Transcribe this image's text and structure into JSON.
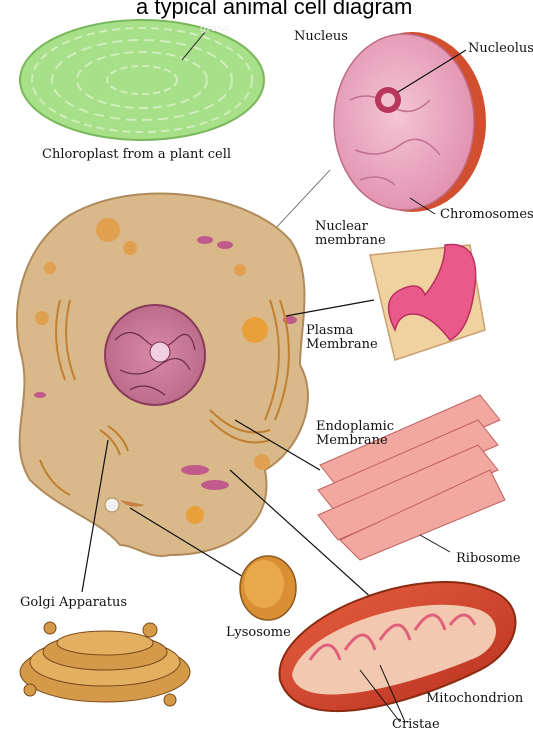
{
  "header": {
    "title_fragment": "a typical animal cell diagram"
  },
  "labels": {
    "grana": "grana",
    "chloroplast": "Chloroplast from a plant cell",
    "nucleus": "Nucleus",
    "nucleolus": "Nucleolus",
    "chromosomes": "Chromosomes",
    "nuclear_membrane_1": "Nuclear",
    "nuclear_membrane_2": "membrane",
    "plasma_1": "Plasma",
    "plasma_2": "Membrane",
    "er_1": "Endoplamic",
    "er_2": "Membrane",
    "ribosome": "Ribosome",
    "golgi": "Golgi Apparatus",
    "lysosome": "Lysosome",
    "mitochondrion": "Mitochondrion",
    "cristae": "Cristae"
  },
  "colors": {
    "cytoplasm": "#d9b98a",
    "nucleus_pink": "#e8a3b8",
    "chloroplast_green": "#a8e08a",
    "mitochondrion_red": "#d94a2a",
    "lysosome_orange": "#d89a3a",
    "er_pink": "#f0a0a0"
  }
}
